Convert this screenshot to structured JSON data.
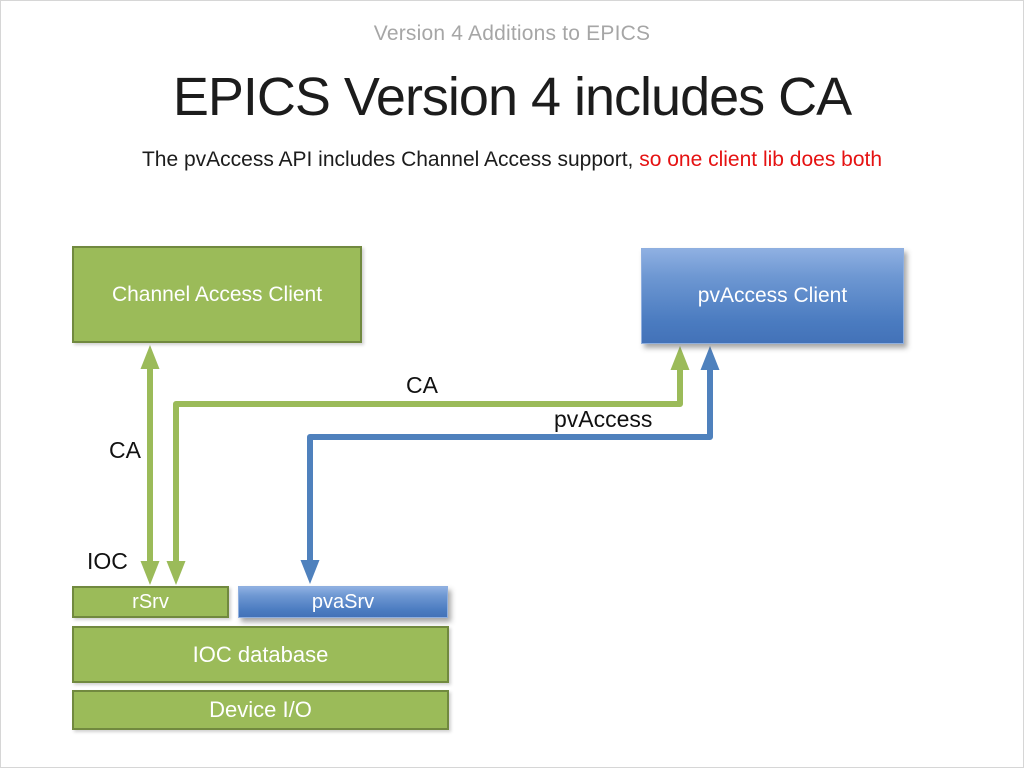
{
  "slide": {
    "header": "Version 4 Additions to EPICS",
    "title": "EPICS Version 4 includes CA",
    "subtitle": {
      "black": "The pvAccess API includes Channel Access support, ",
      "red": "so one client lib does both"
    }
  },
  "diagram": {
    "boxes": {
      "channel_access_client": {
        "label": "Channel Access Client"
      },
      "pvaccess_client": {
        "label": "pvAccess Client"
      },
      "rsrv": {
        "label": "rSrv"
      },
      "pvasrv": {
        "label": "pvaSrv"
      },
      "ioc_database": {
        "label": "IOC database"
      },
      "device_io": {
        "label": "Device I/O"
      }
    },
    "labels": {
      "ca_top": "CA",
      "pvaccess": "pvAccess",
      "ca_left": "CA",
      "ioc": "IOC"
    },
    "connectors": [
      {
        "name": "ca-vertical",
        "from": "channel_access_client",
        "to": "rsrv",
        "protocol": "CA",
        "direction": "bidirectional",
        "color": "#9bbb59"
      },
      {
        "name": "ca-elbow",
        "from": "pvaccess_client",
        "to": "rsrv",
        "protocol": "CA",
        "direction": "bidirectional",
        "color": "#9bbb59"
      },
      {
        "name": "pvaccess-elbow",
        "from": "pvaccess_client",
        "to": "pvasrv",
        "protocol": "pvAccess",
        "direction": "bidirectional",
        "color": "#4f81bd"
      }
    ],
    "colors": {
      "green_fill": "#9bbb59",
      "green_border": "#71893f",
      "green_arrow": "#9bbb59",
      "blue_gradient_top": "#8fb0e2",
      "blue_gradient_bottom": "#4372b8",
      "blue_arrow": "#4f81bd",
      "subtitle_red": "#e51212",
      "header_gray": "#a6a6a6"
    }
  }
}
